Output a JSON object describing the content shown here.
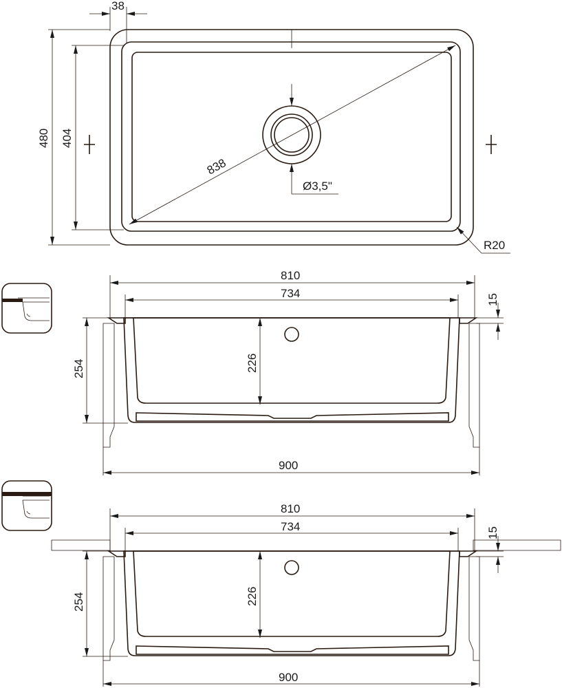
{
  "top_view": {
    "rim_width": "38",
    "outer_depth": "480",
    "inner_depth": "404",
    "diagonal": "838",
    "drain_diameter": "Ø3,5\"",
    "corner_radius": "R20"
  },
  "section_freestanding": {
    "outer_width": "810",
    "inner_width": "734",
    "rim_height": "15",
    "total_height": "254",
    "inner_height": "226",
    "cabinet_width": "900"
  },
  "section_undermount": {
    "outer_width": "810",
    "inner_width": "734",
    "rim_height": "15",
    "total_height": "254",
    "inner_height": "226",
    "cabinet_width": "900"
  },
  "colors": {
    "line": "#2a1a12",
    "hatch": "#555555"
  }
}
